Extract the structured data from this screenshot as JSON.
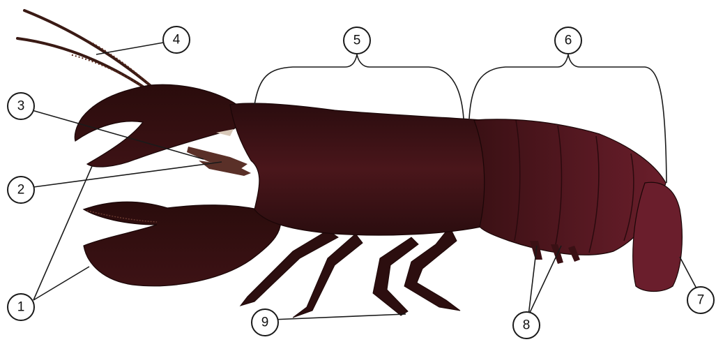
{
  "diagram": {
    "callouts": [
      {
        "id": "c1",
        "label": "1"
      },
      {
        "id": "c2",
        "label": "2"
      },
      {
        "id": "c3",
        "label": "3"
      },
      {
        "id": "c4",
        "label": "4"
      },
      {
        "id": "c5",
        "label": "5"
      },
      {
        "id": "c6",
        "label": "6"
      },
      {
        "id": "c7",
        "label": "7"
      },
      {
        "id": "c8",
        "label": "8"
      },
      {
        "id": "c9",
        "label": "9"
      }
    ],
    "colors": {
      "body_dark": "#2a0d0d",
      "body_mid": "#3e1416",
      "body_red": "#5a1b22",
      "tail_red": "#6b1f2c",
      "line": "#1a1a1a",
      "circle_fill": "#ffffff"
    }
  }
}
